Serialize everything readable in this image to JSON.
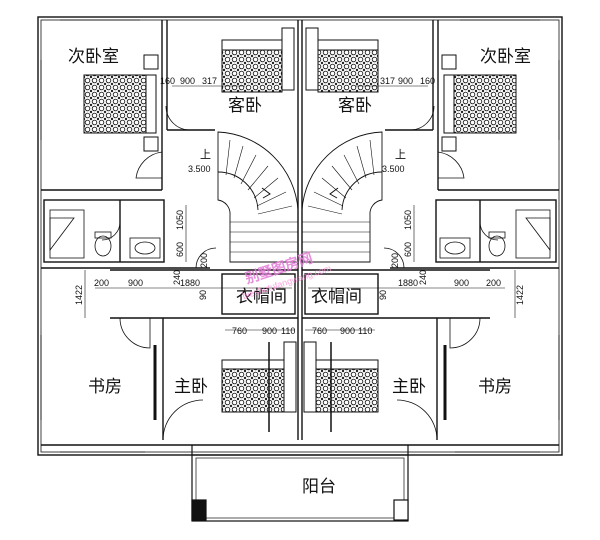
{
  "rooms": {
    "second_bedroom": "次卧室",
    "guest_bedroom": "客卧",
    "study": "书房",
    "master_bedroom": "主卧",
    "wardrobe": "衣帽间",
    "balcony": "阳台"
  },
  "stair_label": "上",
  "level": "3.500",
  "dims": {
    "d160": "160",
    "d900": "900",
    "d317": "317",
    "d1050": "1050",
    "d600": "600",
    "d240": "240",
    "d200": "200",
    "d1880": "1880",
    "d1422": "1422",
    "d760": "760",
    "d90": "90",
    "d110": "110"
  },
  "watermark": {
    "line1": "别墅图房网",
    "line2": "bieshutufangwang.com"
  },
  "colors": {
    "line": "#111111",
    "bed_pattern": "#222222",
    "watermark": "#e27bd7"
  }
}
